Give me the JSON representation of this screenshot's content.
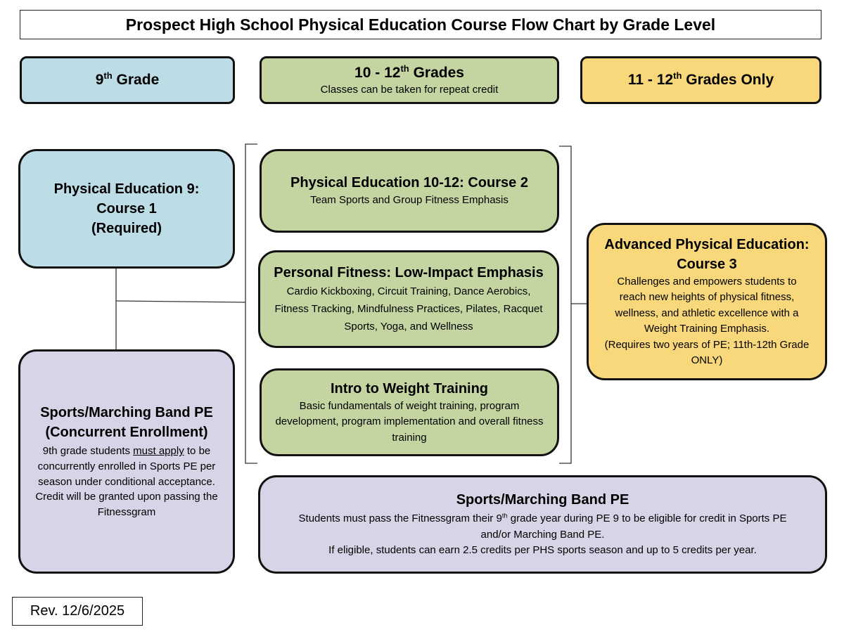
{
  "title": "Prospect High School Physical Education Course Flow Chart by Grade Level",
  "headers": {
    "grade9": {
      "label": "9",
      "sup": "th",
      "rest": " Grade"
    },
    "grades10_12": {
      "label_pre": "10 - 12",
      "sup": "th",
      "rest": " Grades",
      "sub": "Classes can be taken for repeat credit"
    },
    "grades11_12": {
      "label_pre": "11 - 12",
      "sup": "th",
      "rest": " Grades Only"
    }
  },
  "pe9": {
    "line1": "Physical Education 9:",
    "line2": "Course 1",
    "line3": "(Required)"
  },
  "sports_concurrent": {
    "title1": "Sports/Marching Band PE",
    "title2": "(Concurrent Enrollment)",
    "desc_pre": "9th grade students ",
    "desc_underline": "must apply",
    "desc_post": " to be concurrently enrolled in Sports PE per season under conditional acceptance.  Credit will be granted upon passing  the Fitnessgram"
  },
  "course2": {
    "title": "Physical Education 10-12: Course 2",
    "desc": "Team Sports and Group Fitness Emphasis"
  },
  "personal_fitness": {
    "title": "Personal Fitness: Low-Impact Emphasis",
    "desc": "Cardio Kickboxing, Circuit Training, Dance Aerobics, Fitness Tracking, Mindfulness Practices, Pilates, Racquet Sports, Yoga, and Wellness"
  },
  "weight_training": {
    "title": "Intro to Weight Training",
    "desc": "Basic fundamentals of weight training, program development, program implementation and overall fitness training"
  },
  "advanced": {
    "title1": "Advanced Physical Education:",
    "title2": "Course 3",
    "desc": "Challenges and empowers students to reach new heights of physical fitness, wellness, and athletic excellence with  a  Weight Training Emphasis.",
    "req": "(Requires two years of PE;  11th-12th Grade ONLY)"
  },
  "sports_band": {
    "title": "Sports/Marching Band PE",
    "line1_pre": "Students must pass the Fitnessgram their 9",
    "line1_sup": "th",
    "line1_post": " grade year during PE 9 to be eligible for credit in Sports PE",
    "line2": "and/or Marching Band PE.",
    "line3": "If eligible, students can earn 2.5 credits per PHS sports season and up to 5 credits per year."
  },
  "revision": "Rev. 12/6/2025",
  "colors": {
    "grade9": "#bcdce6",
    "grades10_12": "#c4d5a1",
    "grades11_12": "#f8d87a",
    "sports": "#d8d3e6"
  }
}
